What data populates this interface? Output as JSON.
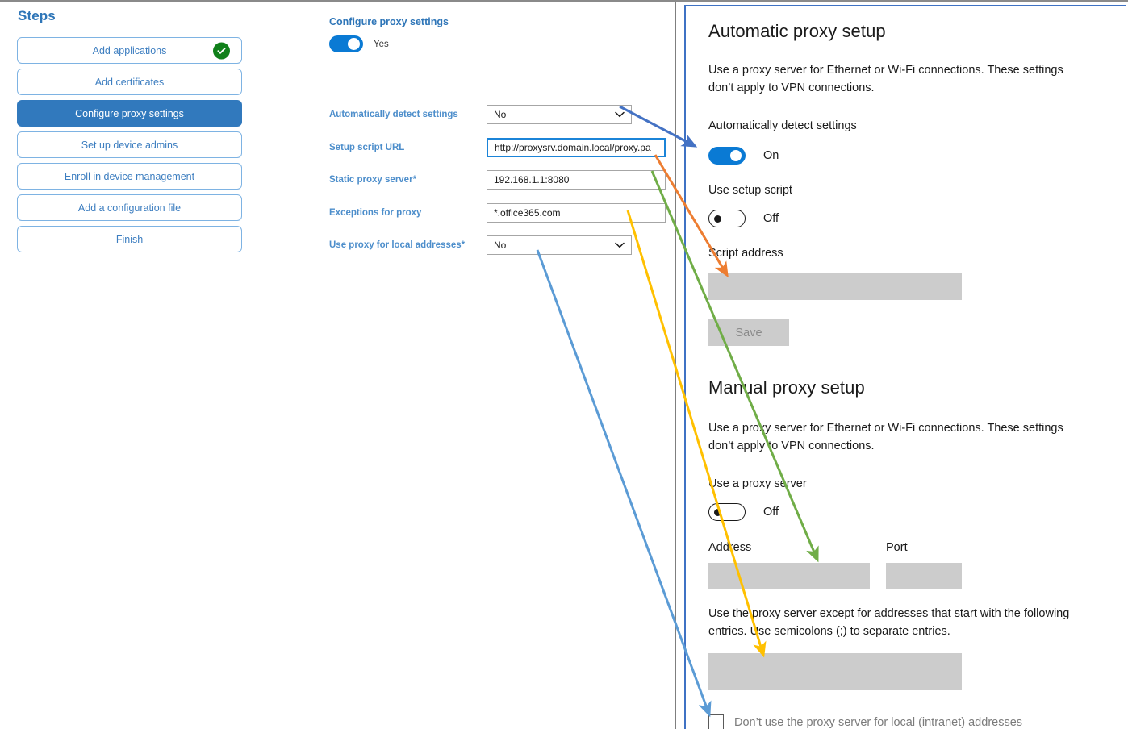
{
  "steps_panel": {
    "title": "Steps",
    "items": [
      {
        "label": "Add applications",
        "state": "complete",
        "icon": "check-circle-icon"
      },
      {
        "label": "Add certificates",
        "state": "default"
      },
      {
        "label": "Configure proxy settings",
        "state": "active"
      },
      {
        "label": "Set up device admins",
        "state": "default"
      },
      {
        "label": "Enroll in device management",
        "state": "default"
      },
      {
        "label": "Add a configuration file",
        "state": "default"
      },
      {
        "label": "Finish",
        "state": "default"
      }
    ]
  },
  "form": {
    "heading": "Configure proxy settings",
    "enable_toggle": {
      "value": "Yes",
      "state": "on"
    },
    "fields": [
      {
        "label": "Automatically detect settings",
        "required": "",
        "type": "select",
        "value": "No",
        "focused": false
      },
      {
        "label": "Setup script URL",
        "required": "",
        "type": "text",
        "value": "http://proxysrv.domain.local/proxy.pa",
        "focused": true
      },
      {
        "label": "Static proxy server",
        "required": "*",
        "type": "text",
        "value": "192.168.1.1:8080",
        "focused": false
      },
      {
        "label": "Exceptions for proxy",
        "required": "",
        "type": "text",
        "value": "*.office365.com",
        "focused": false
      },
      {
        "label": "Use proxy for local addresses",
        "required": "*",
        "type": "select",
        "value": "No",
        "focused": false
      }
    ]
  },
  "windows_proxy": {
    "automatic": {
      "heading": "Automatic proxy setup",
      "description": "Use a proxy server for Ethernet or Wi-Fi connections. These settings don’t apply to VPN connections.",
      "auto_detect_label": "Automatically detect settings",
      "auto_detect_state": "On",
      "use_script_label": "Use setup script",
      "use_script_state": "Off",
      "script_address_label": "Script address",
      "script_address_value": "",
      "save_label": "Save"
    },
    "manual": {
      "heading": "Manual proxy setup",
      "description": "Use a proxy server for Ethernet or Wi-Fi connections. These settings don’t apply to VPN connections.",
      "use_proxy_label": "Use a proxy server",
      "use_proxy_state": "Off",
      "address_label": "Address",
      "address_value": "",
      "port_label": "Port",
      "port_value": "",
      "exceptions_description": "Use the proxy server except for addresses that start with the following entries. Use semicolons (;) to separate entries.",
      "exceptions_value": "",
      "bypass_local_label": "Don’t use the proxy server for local (intranet) addresses"
    }
  },
  "annotations": {
    "mappings": [
      {
        "color": "#4472c4",
        "from": "Automatically detect settings",
        "to": "Automatically detect settings toggle"
      },
      {
        "color": "#ed7d31",
        "from": "Setup script URL",
        "to": "Script address"
      },
      {
        "color": "#70ad47",
        "from": "Static proxy server",
        "to": "Address"
      },
      {
        "color": "#ffc000",
        "from": "Exceptions for proxy",
        "to": "Exceptions entries box"
      },
      {
        "color": "#5b9bd5",
        "from": "Use proxy for local addresses",
        "to": "Don’t use the proxy server for local (intranet) addresses"
      }
    ]
  },
  "colors": {
    "accent_blue": "#3179bd",
    "label_blue": "#4d8ecb",
    "heading_blue": "#2f76b8",
    "toggle_on": "#0a7ad4",
    "check_green": "#10801a",
    "panel_border": "#3f72c4",
    "field_grey": "#cccccc"
  }
}
